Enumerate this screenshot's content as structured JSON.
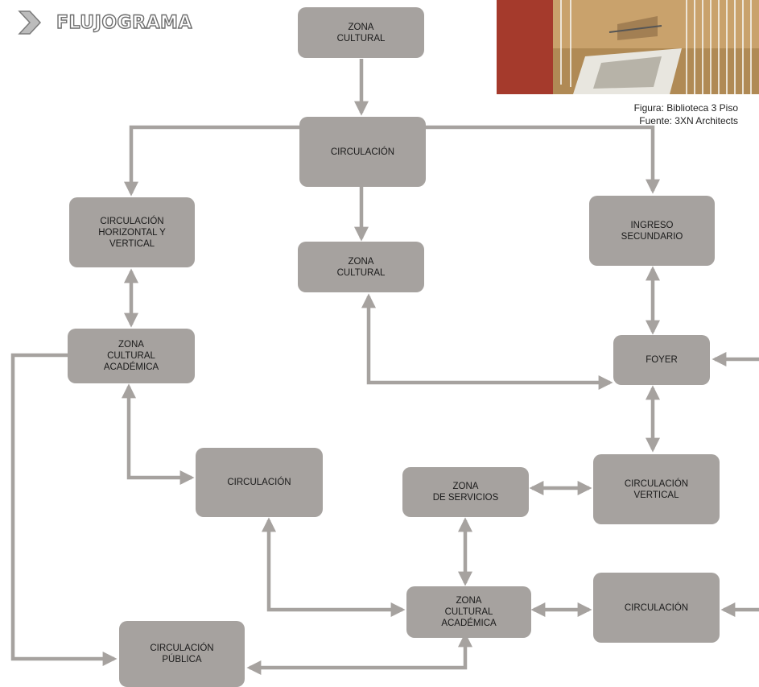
{
  "header": {
    "title": "FLUJOGRAMA"
  },
  "figure": {
    "caption_line1": "Figura: Biblioteca 3 Piso",
    "caption_line2": "Fuente: 3XN Architects"
  },
  "nodes": {
    "zona_cultural_top": "ZONA\nCULTURAL",
    "circulacion_main": "CIRCULACIÓN",
    "circ_horizontal_vertical": "CIRCULACIÓN\nHORIZONTAL Y\nVERTICAL",
    "zona_cultural_mid": "ZONA\nCULTURAL",
    "ingreso_secundario": "INGRESO\nSECUNDARIO",
    "zona_cultural_academica_left": "ZONA\nCULTURAL\nACADÉMICA",
    "foyer": "FOYER",
    "circulacion_left": "CIRCULACIÓN",
    "zona_servicios": "ZONA\nDE SERVICIOS",
    "circulacion_vertical": "CIRCULACIÓN\nVERTICAL",
    "zona_cultural_academica_bottom": "ZONA\nCULTURAL\nACADÉMICA",
    "circulacion_right": "CIRCULACIÓN",
    "circulacion_publica": "CIRCULACIÓN\nPÚBLICA"
  },
  "colors": {
    "node_fill": "#a6a29f",
    "connector": "#a6a29f",
    "node_text": "#1a1a1a"
  }
}
